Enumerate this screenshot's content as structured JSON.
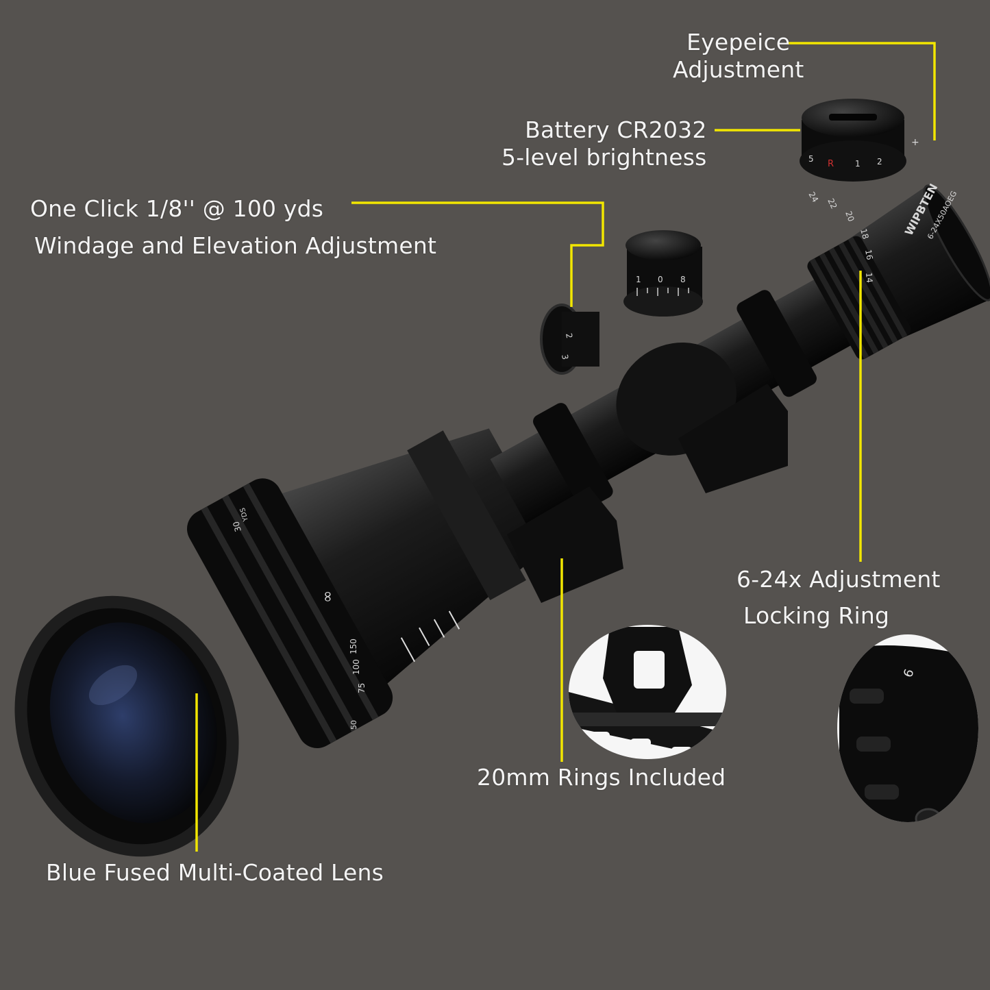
{
  "colors": {
    "background": "#55524f",
    "callout": "#f2e600",
    "label_text": "#f4f4f4",
    "scope_body": "#111111"
  },
  "scope": {
    "brand": "WIPBTEN",
    "model": "6-24X50AOEG",
    "turret_marks": [
      "1",
      "0",
      "8"
    ],
    "side_turret_marks": [
      "2",
      "3"
    ],
    "illumination_marks": [
      "5",
      "R",
      "1",
      "2",
      "+"
    ],
    "magnification_marks": [
      "24",
      "22",
      "20",
      "18",
      "16",
      "14"
    ],
    "focus_marks": [
      "∞",
      "150",
      "100",
      "75",
      "50",
      "30",
      "YDS"
    ],
    "inset_lock_ring_mark": "6"
  },
  "labels": {
    "eyepiece": {
      "line1": "Eyepeice",
      "line2": "Adjustment"
    },
    "battery": {
      "line1": "Battery CR2032",
      "line2": "5-level brightness"
    },
    "windage": {
      "line1": "One Click  1/8'' @ 100 yds",
      "line2": "Windage and Elevation Adjustment"
    },
    "magnification": {
      "line1": "6-24x Adjustment",
      "line2": "Locking Ring"
    },
    "rings": "20mm Rings Included",
    "lens": "Blue Fused Multi-Coated Lens"
  }
}
